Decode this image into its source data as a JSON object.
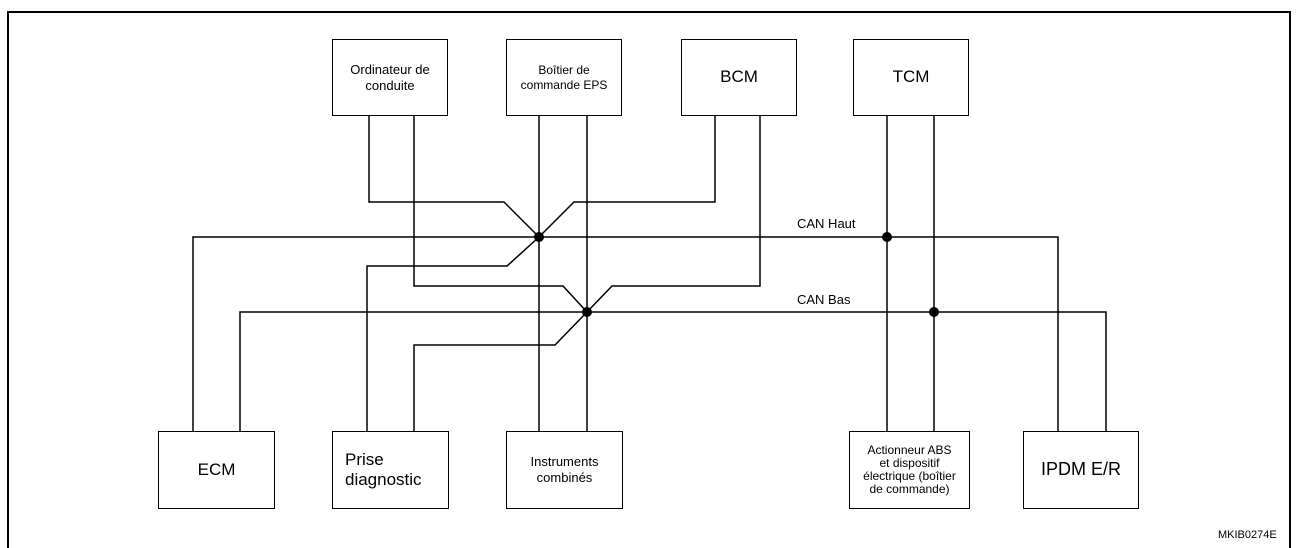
{
  "modules": {
    "ordinateur": "Ordinateur de\nconduite",
    "eps": "Boîtier de\ncommande EPS",
    "bcm": "BCM",
    "tcm": "TCM",
    "ecm": "ECM",
    "prise": "Prise\ndiagnostic",
    "instruments": "Instruments\ncombinés",
    "abs": "Actionneur ABS\net dispositif\nélectrique (boîtier\nde commande)",
    "ipdm": "IPDM E/R"
  },
  "buses": {
    "can_high": "CAN Haut",
    "can_low": "CAN Bas"
  },
  "figure_code": "MKIB0274E"
}
